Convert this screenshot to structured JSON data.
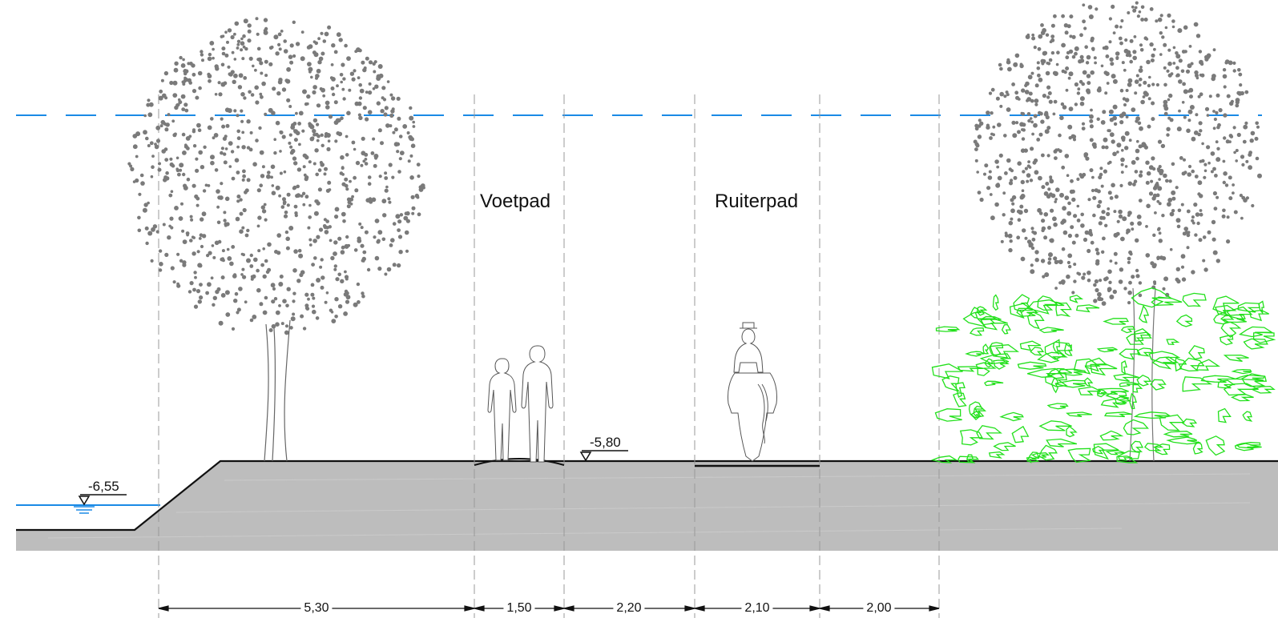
{
  "zones": {
    "footpath": "Voetpad",
    "bridle_path": "Ruiterpad"
  },
  "levels": {
    "water": "-6,55",
    "ground": "-5,80"
  },
  "dimensions": [
    "5,30",
    "1,50",
    "2,20",
    "2,10",
    "2,00"
  ],
  "colors": {
    "water_level_line": "#1a8ae6",
    "ground_fill": "#bdbdbd",
    "tree_dots": "#7a7a7a",
    "shrub_outline": "#22e01b",
    "construction_lines": "#9a9a9a",
    "outline": "#111111"
  },
  "icons": [
    "deciduous-tree-icon",
    "pedestrians-icon",
    "horse-rider-icon",
    "shrub-icon",
    "level-marker-icon"
  ]
}
